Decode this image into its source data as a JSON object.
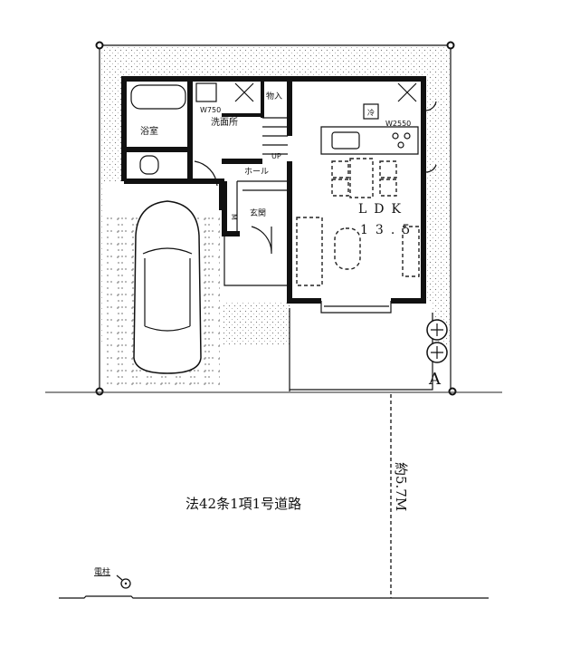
{
  "rooms": {
    "bathroom": "浴室",
    "washroom": "洗面所",
    "washroom_width": "W750",
    "storage": "物入",
    "refrigerator": "冷",
    "kitchen_width": "W2550",
    "stairs_up": "UP",
    "hall": "ホール",
    "entrance": "玄関",
    "shoe_storage": "M",
    "ldk": "LDK",
    "ldk_size": "13.5"
  },
  "site": {
    "road_label": "法42条1項1号道路",
    "road_width": "約5.7M",
    "utility_pole": "電柱",
    "lot_marker": "A"
  }
}
